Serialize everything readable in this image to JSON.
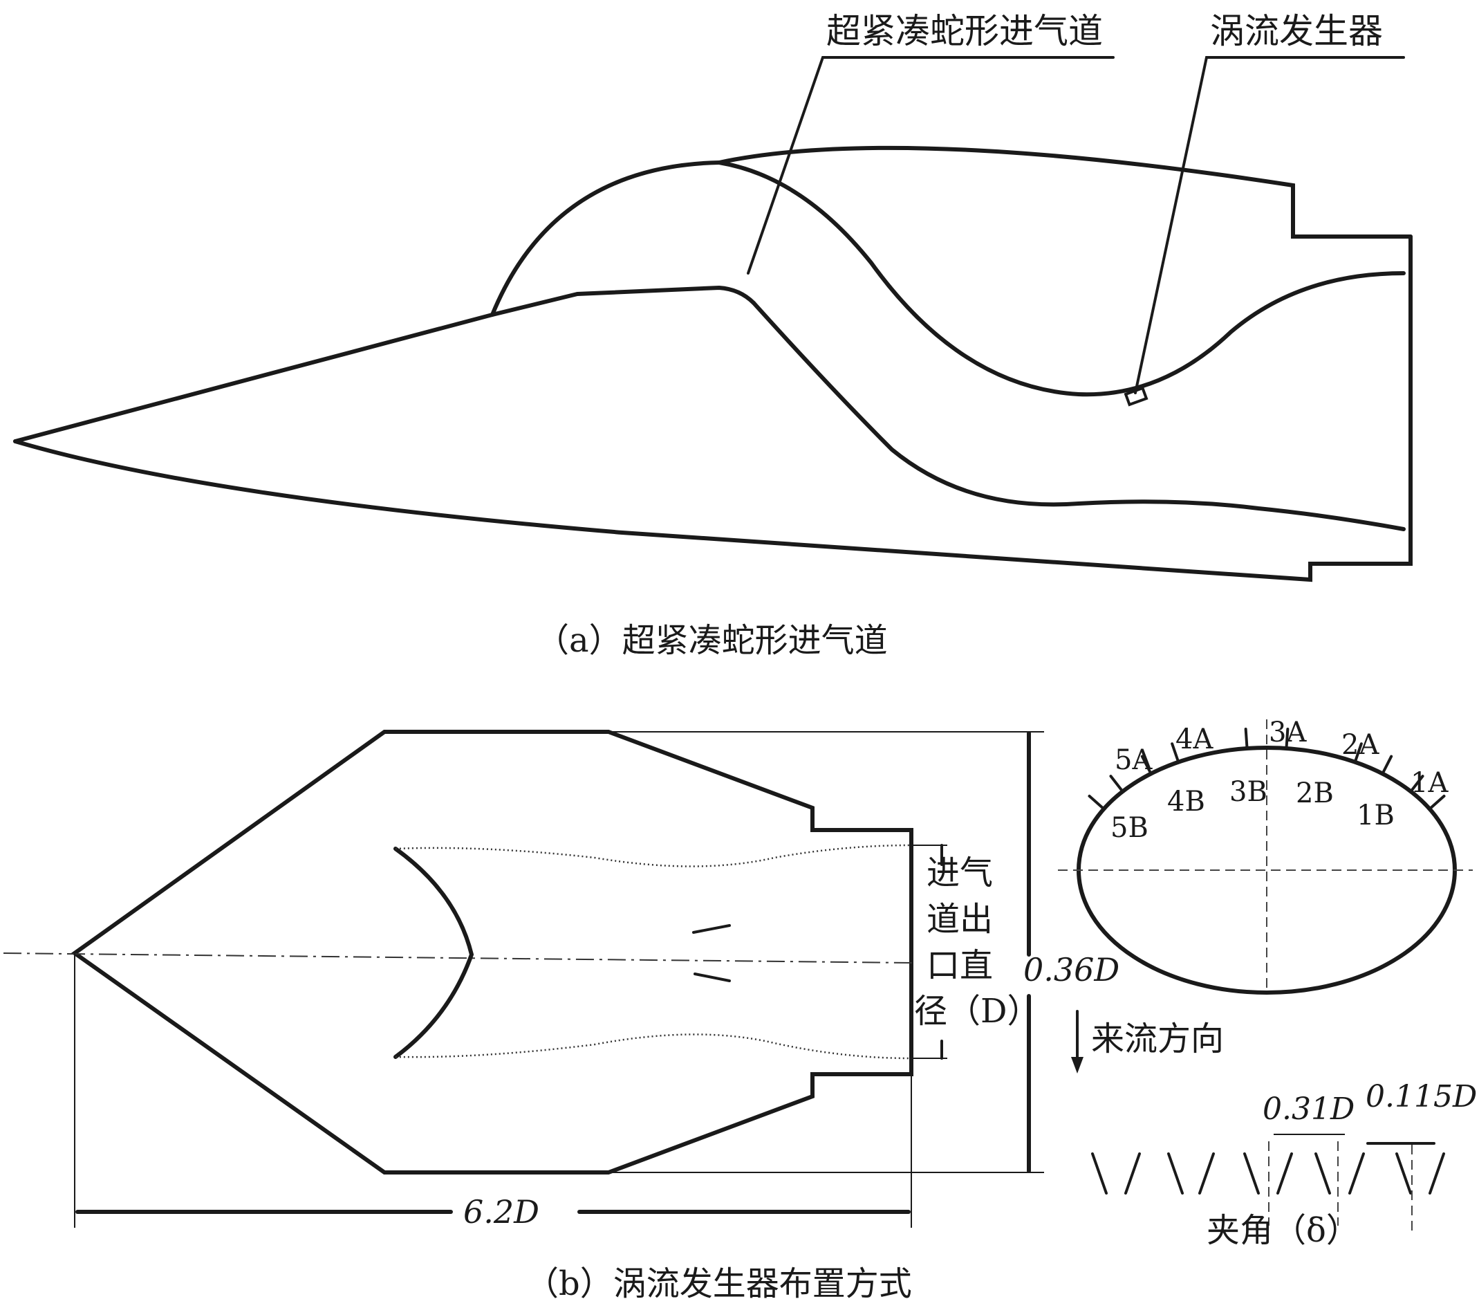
{
  "figure_a": {
    "label_duct": "超紧凑蛇形进气道",
    "label_vg": "涡流发生器",
    "caption": "（a）超紧凑蛇形进气道"
  },
  "figure_b": {
    "outlet_diameter_label": [
      "进气",
      "道出",
      "口直",
      "径（D）"
    ],
    "height_dim": "0.36D",
    "length_dim": "6.2D",
    "flow_direction": "来流方向",
    "spacing_dim": "0.31D",
    "vg_length_dim": "0.115D",
    "angle_label": "夹角（δ）",
    "caption": "（b）涡流发生器布置方式",
    "vg_positions_a": [
      "5A",
      "4A",
      "3A",
      "2A",
      "1A"
    ],
    "vg_positions_b": [
      "5B",
      "4B",
      "3B",
      "2B",
      "1B"
    ]
  }
}
